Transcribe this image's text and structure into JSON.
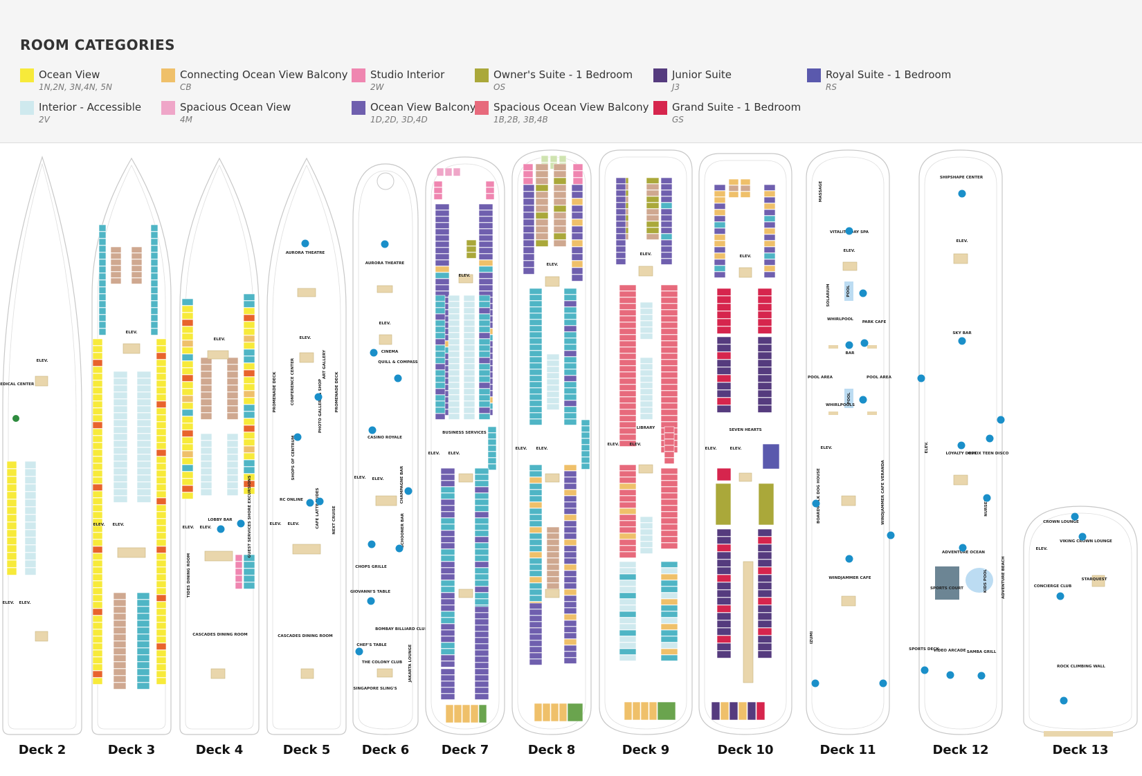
{
  "legend": {
    "title": "ROOM CATEGORIES",
    "items": [
      {
        "name": "Ocean View",
        "codes": "1N,2N, 3N,4N, 5N",
        "color": "#f7ea3a"
      },
      {
        "name": "Interior - Accessible",
        "codes": "2V",
        "color": "#cfe9ee"
      },
      {
        "name": "Connecting Ocean View Balcony",
        "codes": "CB",
        "color": "#efc06a"
      },
      {
        "name": "Spacious Ocean View",
        "codes": "4M",
        "color": "#efa6c8"
      },
      {
        "name": "Studio Interior",
        "codes": "2W",
        "color": "#ef86b0"
      },
      {
        "name": "Ocean View Balcony",
        "codes": "1D,2D, 3D,4D",
        "color": "#6f5fae"
      },
      {
        "name": "Owner's Suite - 1 Bedroom",
        "codes": "OS",
        "color": "#aaa83a"
      },
      {
        "name": "Spacious Ocean View Balcony",
        "codes": "1B,2B, 3B,4B",
        "color": "#e76a7c"
      },
      {
        "name": "Junior Suite",
        "codes": "J3",
        "color": "#553b7e"
      },
      {
        "name": "Grand Suite - 1 Bedroom",
        "codes": "GS",
        "color": "#d6254d"
      },
      {
        "name": "Royal Suite - 1 Bedroom",
        "codes": "RS",
        "color": "#5a59ad"
      }
    ]
  },
  "colors": {
    "teal_cabin": "#4fb5c5",
    "tan_cabin": "#cfa890",
    "orange_cabin": "#e8632c",
    "green_cabin": "#6aa44e",
    "light_green_cabin": "#cfe3b0",
    "public_tan": "#e9d6ac",
    "icon_blue": "#1a8fc9"
  },
  "decks": [
    {
      "label": "Deck 2",
      "venues": [
        "ELEV.",
        "MEDICAL CENTER",
        "ELEV.",
        "ELEV."
      ]
    },
    {
      "label": "Deck 3",
      "venues": [
        "ELEV.",
        "ELEV.",
        "ELEV."
      ]
    },
    {
      "label": "Deck 4",
      "venues": [
        "ELEV.",
        "LOBBY BAR",
        "GUEST SERVICES SHORE EXCURSIONS",
        "TIDES DINING ROOM",
        "CASCADES DINING ROOM",
        "ELEV.",
        "ELEV."
      ]
    },
    {
      "label": "Deck 5",
      "venues": [
        "AURORA THEATRE",
        "PROMENADE DECK",
        "CONFERENCE CENTER",
        "ART GALLERY",
        "PHOTO GALLERY & SHOP",
        "PROMENADE DECK",
        "ELEV.",
        "SHOPS OF CENTRUM",
        "RC ONLINE",
        "CAFE LATTE-TUDES",
        "NEXT CRUISE",
        "ELEV.",
        "ELEV.",
        "CASCADES DINING ROOM"
      ]
    },
    {
      "label": "Deck 6",
      "venues": [
        "AURORA THEATRE",
        "ELEV.",
        "CINEMA",
        "QUILL & COMPASS",
        "CASINO ROYALE",
        "CHAMPAGNE BAR",
        "ELEV.",
        "ELEV.",
        "SCHOONER BAR",
        "CHOPS GRILLE",
        "GIOVANNI'S TABLE",
        "BOMBAY BILLIARD CLUB",
        "CHEF'S TABLE",
        "THE COLONY CLUB",
        "JAKARTA LOUNGE",
        "SINGAPORE SLING'S"
      ]
    },
    {
      "label": "Deck 7",
      "venues": [
        "ELEV.",
        "BUSINESS SERVICES",
        "ELEV.",
        "ELEV."
      ]
    },
    {
      "label": "Deck 8",
      "venues": [
        "ELEV.",
        "ELEV.",
        "ELEV."
      ]
    },
    {
      "label": "Deck 9",
      "venues": [
        "ELEV.",
        "LIBRARY",
        "ELEV.",
        "ELEV."
      ]
    },
    {
      "label": "Deck 10",
      "venues": [
        "ELEV.",
        "SEVEN HEARTS",
        "ELEV.",
        "ELEV."
      ]
    },
    {
      "label": "Deck 11",
      "venues": [
        "MASSAGE",
        "VITALITY DAY SPA",
        "ELEV.",
        "SOLARIUM",
        "POOL",
        "WHIRLPOOL",
        "PARK CAFE",
        "BAR",
        "POOL AREA",
        "POOL",
        "POOL AREA",
        "WHIRLPOOLS",
        "ELEV.",
        "BOARDWALK DOG HOUSE",
        "WINDJAMMER CAFE VERANDA",
        "WINDJAMMER CAFE",
        "IZUMI"
      ]
    },
    {
      "label": "Deck 12",
      "venues": [
        "SHIPSHAPE CENTER",
        "ELEV.",
        "SKY BAR",
        "ELEV.",
        "LOYALTY DESK",
        "OPTIX TEEN DISCO",
        "NURSERY",
        "ADVENTURE OCEAN",
        "SPORTS COURT",
        "KIDS POOL",
        "ADVENTURE BEACH",
        "SPORTS DECK",
        "VIDEO ARCADE",
        "SAMBA GRILL"
      ]
    },
    {
      "label": "Deck 13",
      "venues": [
        "CROWN LOUNGE",
        "VIKING CROWN LOUNGE",
        "ELEV.",
        "STARQUEST",
        "CONCIERGE CLUB",
        "ROCK CLIMBING WALL"
      ]
    }
  ]
}
